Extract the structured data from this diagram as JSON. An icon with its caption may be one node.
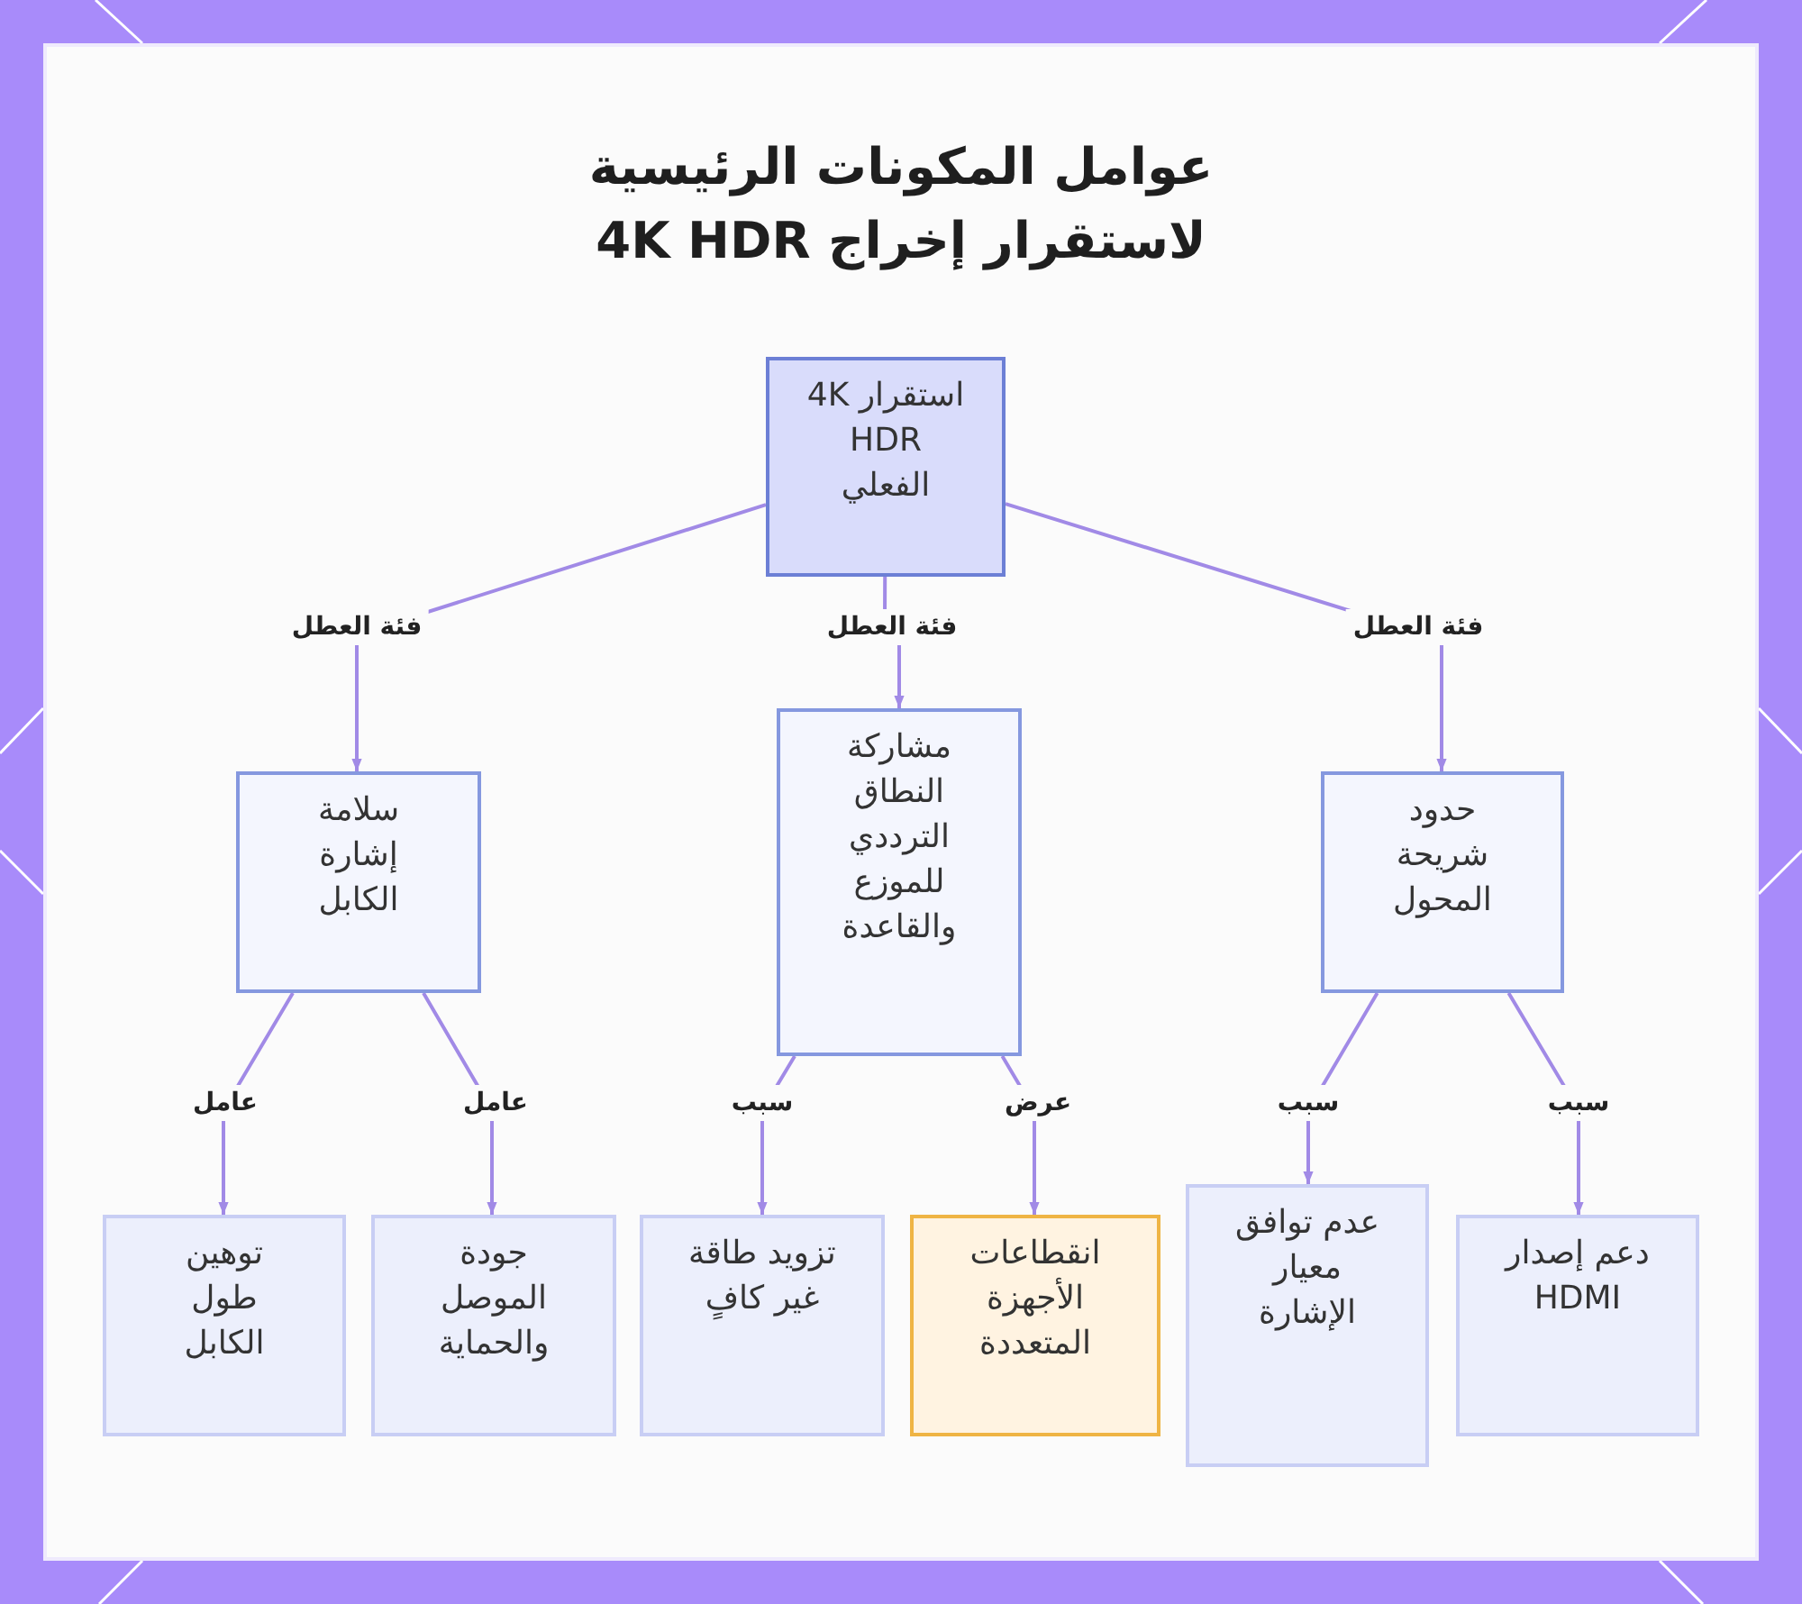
{
  "diagram": {
    "title": "عوامل المكونات الرئيسية لاستقرار إخراج 4K HDR",
    "nodes": [
      {
        "text": [
          "استقرار 4K HDR الفعلي"
        ]
      },
      {
        "text": [
          "سلامة إشارة الكابل"
        ]
      },
      {
        "text": [
          "مشاركة النطاق الترددي للموزع والقاعدة"
        ]
      },
      {
        "text": [
          "حدود شريحة المحول"
        ]
      },
      {
        "text": [
          "توهين طول الكابل"
        ]
      },
      {
        "text": [
          "جودة الموصل والحماية"
        ]
      },
      {
        "text": [
          "تزويد طاقة غير كافٍ"
        ]
      },
      {
        "text": [
          "انقطاعات الأجهزة المتعددة"
        ]
      },
      {
        "text": [
          "عدم توافق معيار الإشارة"
        ]
      },
      {
        "text": [
          "دعم إصدار HDMI"
        ]
      }
    ],
    "edges": [
      {
        "from": 0,
        "to": 1,
        "arrow": "to",
        "label": "فئة العطل"
      },
      {
        "from": 0,
        "to": 2,
        "arrow": "to",
        "label": "فئة العطل"
      },
      {
        "from": 0,
        "to": 3,
        "arrow": "to",
        "label": "فئة العطل"
      },
      {
        "from": 1,
        "to": 4,
        "arrow": "to",
        "label": "عامل"
      },
      {
        "from": 1,
        "to": 5,
        "arrow": "to",
        "label": "عامل"
      },
      {
        "from": 2,
        "to": 6,
        "arrow": "to",
        "label": "سبب"
      },
      {
        "from": 2,
        "to": 7,
        "arrow": "to",
        "label": "عرض"
      },
      {
        "from": 3,
        "to": 8,
        "arrow": "to",
        "label": "سبب"
      },
      {
        "from": 3,
        "to": 9,
        "arrow": "to",
        "label": "سبب"
      }
    ]
  }
}
